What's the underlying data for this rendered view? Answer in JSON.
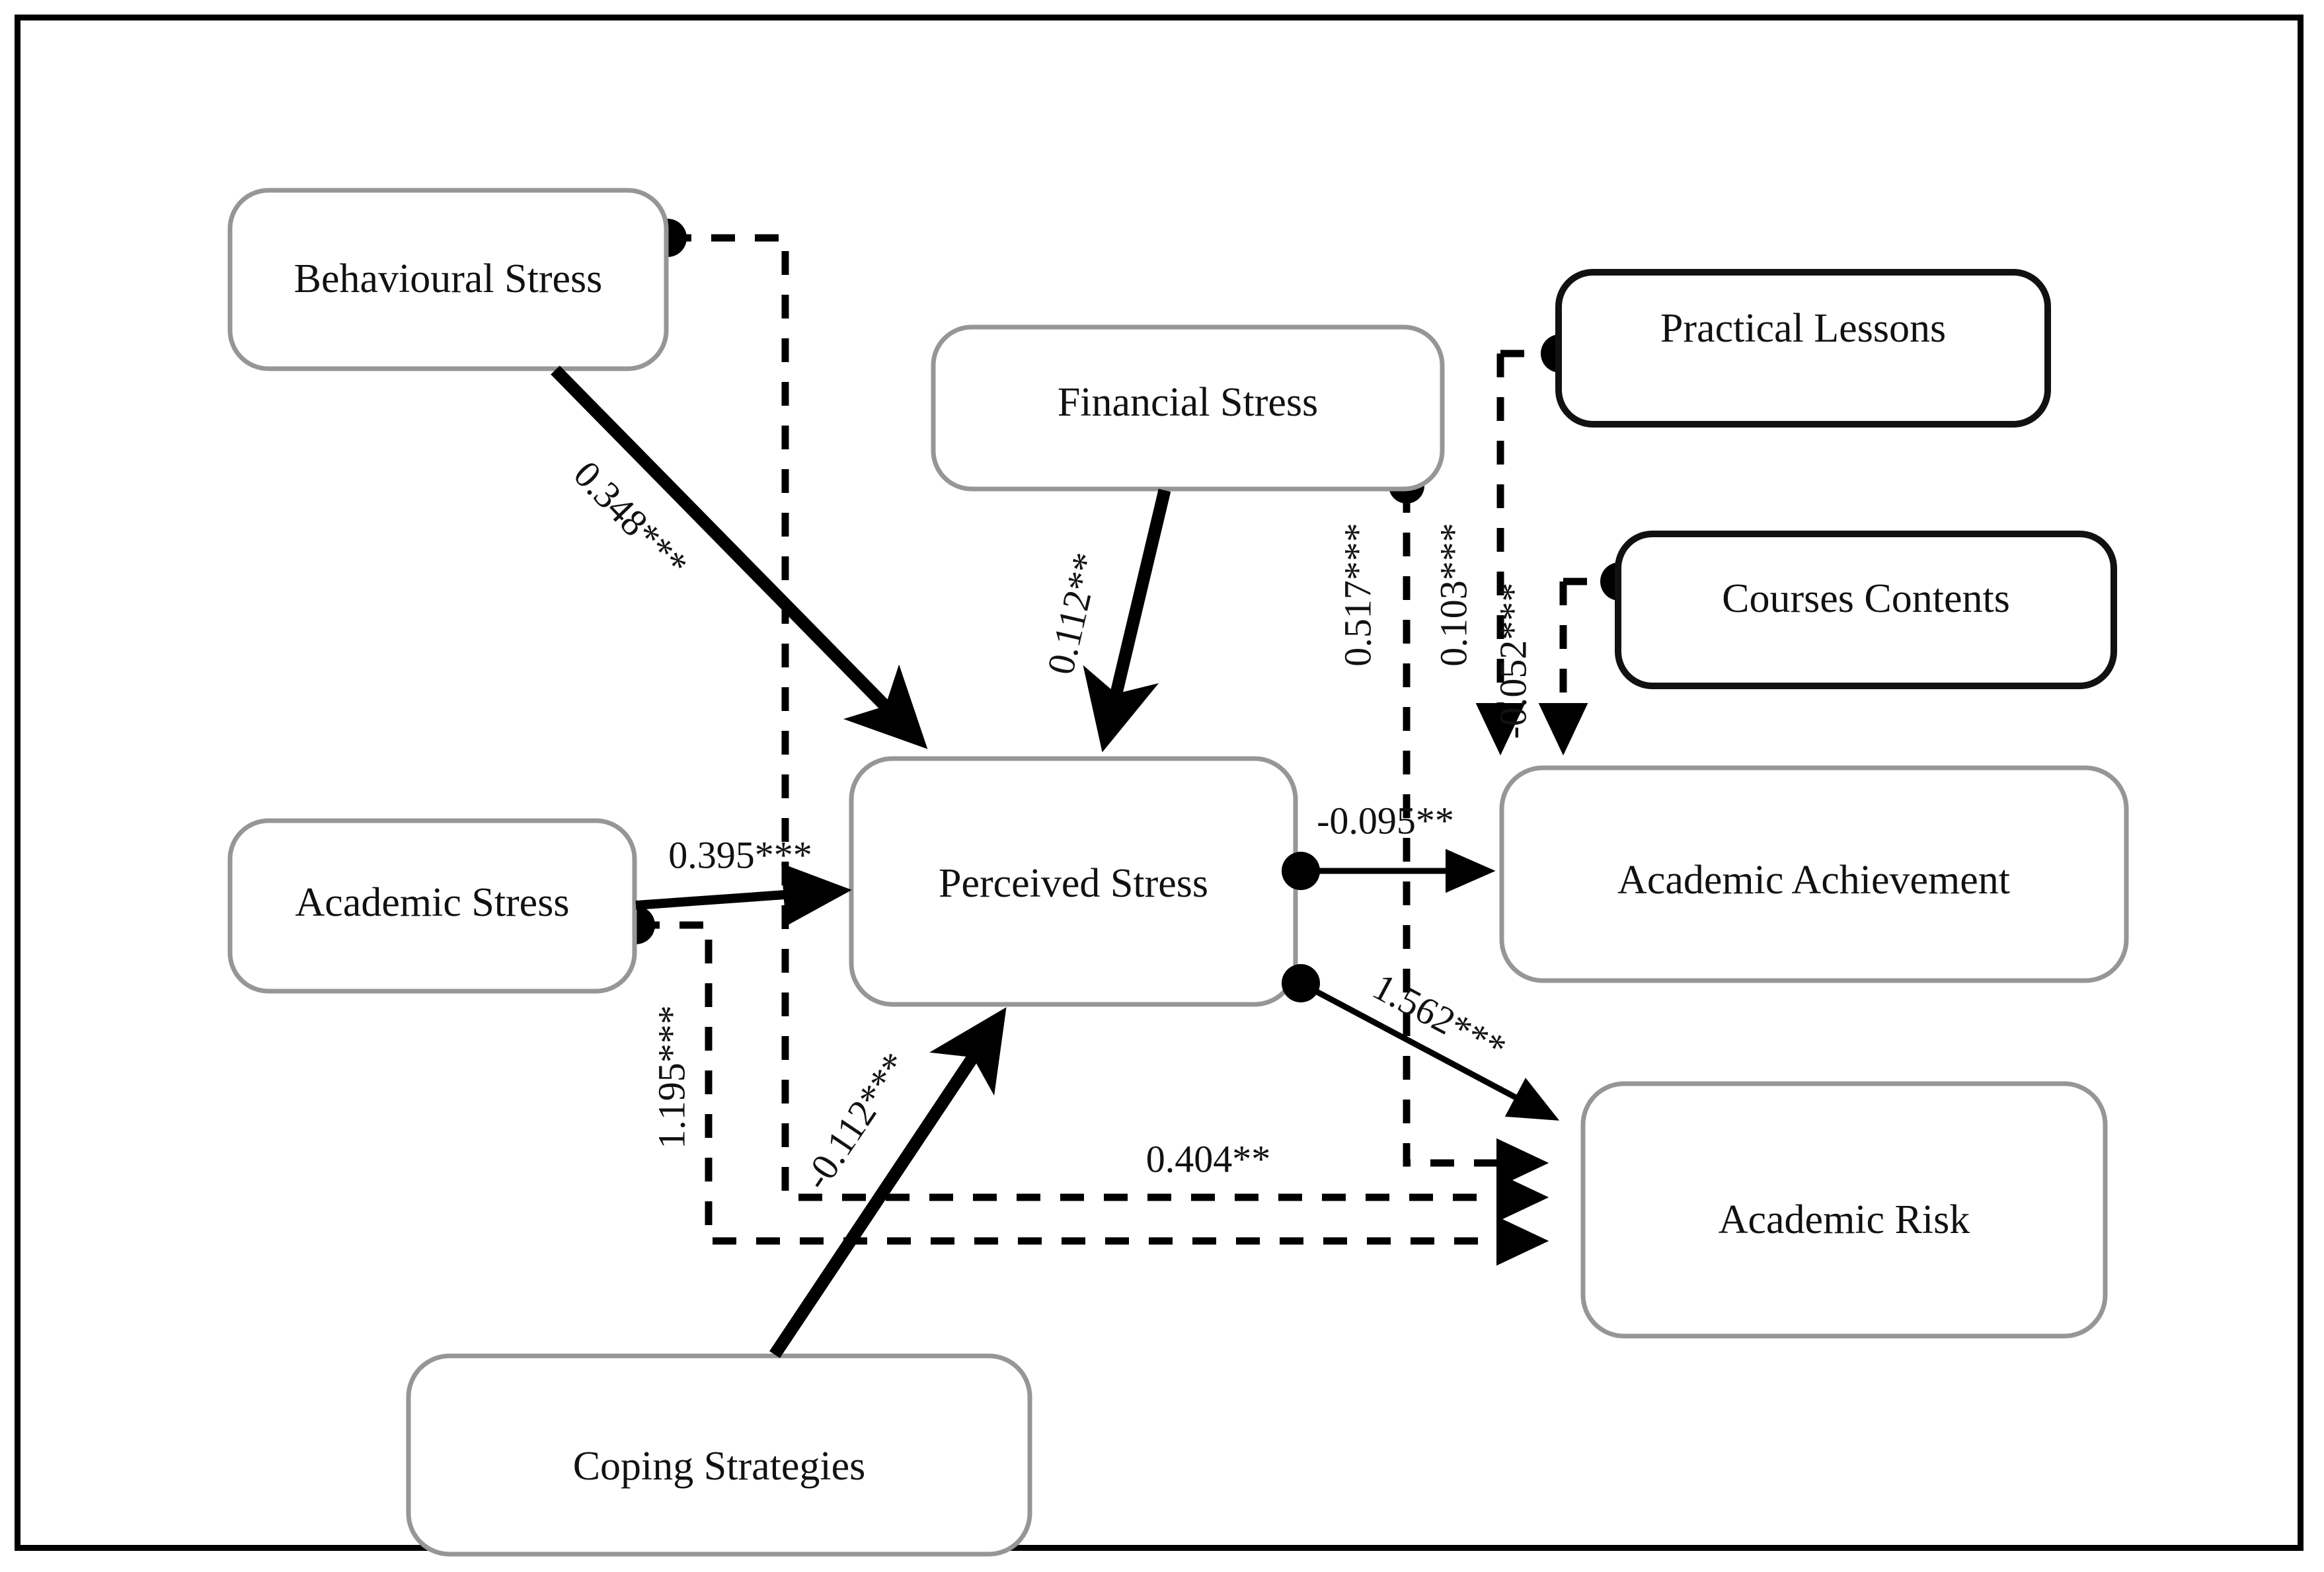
{
  "figure": {
    "type": "path-diagram",
    "description": "Structural equation model path diagram of stress, coping, academic achievement and academic risk"
  },
  "nodes": [
    {
      "id": "behavioural_stress",
      "label": "Behavioural Stress",
      "style": "gray"
    },
    {
      "id": "financial_stress",
      "label": "Financial Stress",
      "style": "gray"
    },
    {
      "id": "practical_lessons",
      "label": "Practical Lessons",
      "style": "black"
    },
    {
      "id": "courses_contents",
      "label": "Courses Contents",
      "style": "black"
    },
    {
      "id": "academic_stress",
      "label": "Academic Stress",
      "style": "gray"
    },
    {
      "id": "perceived_stress",
      "label": "Perceived Stress",
      "style": "gray"
    },
    {
      "id": "academic_achievement",
      "label": "Academic Achievement",
      "style": "gray"
    },
    {
      "id": "academic_risk",
      "label": "Academic Risk",
      "style": "gray"
    },
    {
      "id": "coping_strategies",
      "label": "Coping Strategies",
      "style": "gray"
    }
  ],
  "edges": [
    {
      "id": "e1",
      "from": "behavioural_stress",
      "to": "perceived_stress",
      "label": "0.348***",
      "line": "solid"
    },
    {
      "id": "e2",
      "from": "financial_stress",
      "to": "perceived_stress",
      "label": "0.112**",
      "line": "solid"
    },
    {
      "id": "e3",
      "from": "academic_stress",
      "to": "perceived_stress",
      "label": "0.395***",
      "line": "solid"
    },
    {
      "id": "e4",
      "from": "coping_strategies",
      "to": "perceived_stress",
      "label": "-0.112***",
      "line": "solid"
    },
    {
      "id": "e5",
      "from": "perceived_stress",
      "to": "academic_achievement",
      "label": "-0.095**",
      "line": "solid"
    },
    {
      "id": "e6",
      "from": "perceived_stress",
      "to": "academic_risk",
      "label": "1.562***",
      "line": "solid"
    },
    {
      "id": "e7",
      "from": "financial_stress",
      "to": "academic_risk",
      "label": "0.517***",
      "line": "dashed"
    },
    {
      "id": "e8",
      "from": "practical_lessons",
      "to": "academic_achievement",
      "label": "0.103***",
      "line": "dashed"
    },
    {
      "id": "e9",
      "from": "courses_contents",
      "to": "academic_achievement",
      "label": "-0.052***",
      "line": "dashed"
    },
    {
      "id": "e10",
      "from": "behavioural_stress",
      "to": "academic_risk",
      "label": "0.404**",
      "line": "dashed"
    },
    {
      "id": "e11",
      "from": "academic_stress",
      "to": "academic_risk",
      "label": "1.195***",
      "line": "dashed"
    }
  ],
  "labels": {
    "l_0348": "0.348***",
    "l_0112f": "0.112**",
    "l_0395": "0.395***",
    "l_m0112": "-0.112***",
    "l_m0095": "-0.095**",
    "l_1562": "1.562***",
    "l_0517": "0.517***",
    "l_0103": "0.103***",
    "l_m0052": "-0.052***",
    "l_0404": "0.404**",
    "l_1195": "1.195***"
  },
  "node_labels": {
    "behavioural_stress": "Behavioural Stress",
    "financial_stress": "Financial Stress",
    "practical_lessons": "Practical Lessons",
    "courses_contents": "Courses Contents",
    "academic_stress": "Academic Stress",
    "perceived_stress": "Perceived Stress",
    "academic_achievement": "Academic Achievement",
    "academic_risk": "Academic Risk",
    "coping_strategies": "Coping Strategies"
  },
  "colors": {
    "box_border_gray": "#969696",
    "box_border_black": "#111111",
    "line": "#000000",
    "background": "#ffffff",
    "frame": "#000000"
  }
}
